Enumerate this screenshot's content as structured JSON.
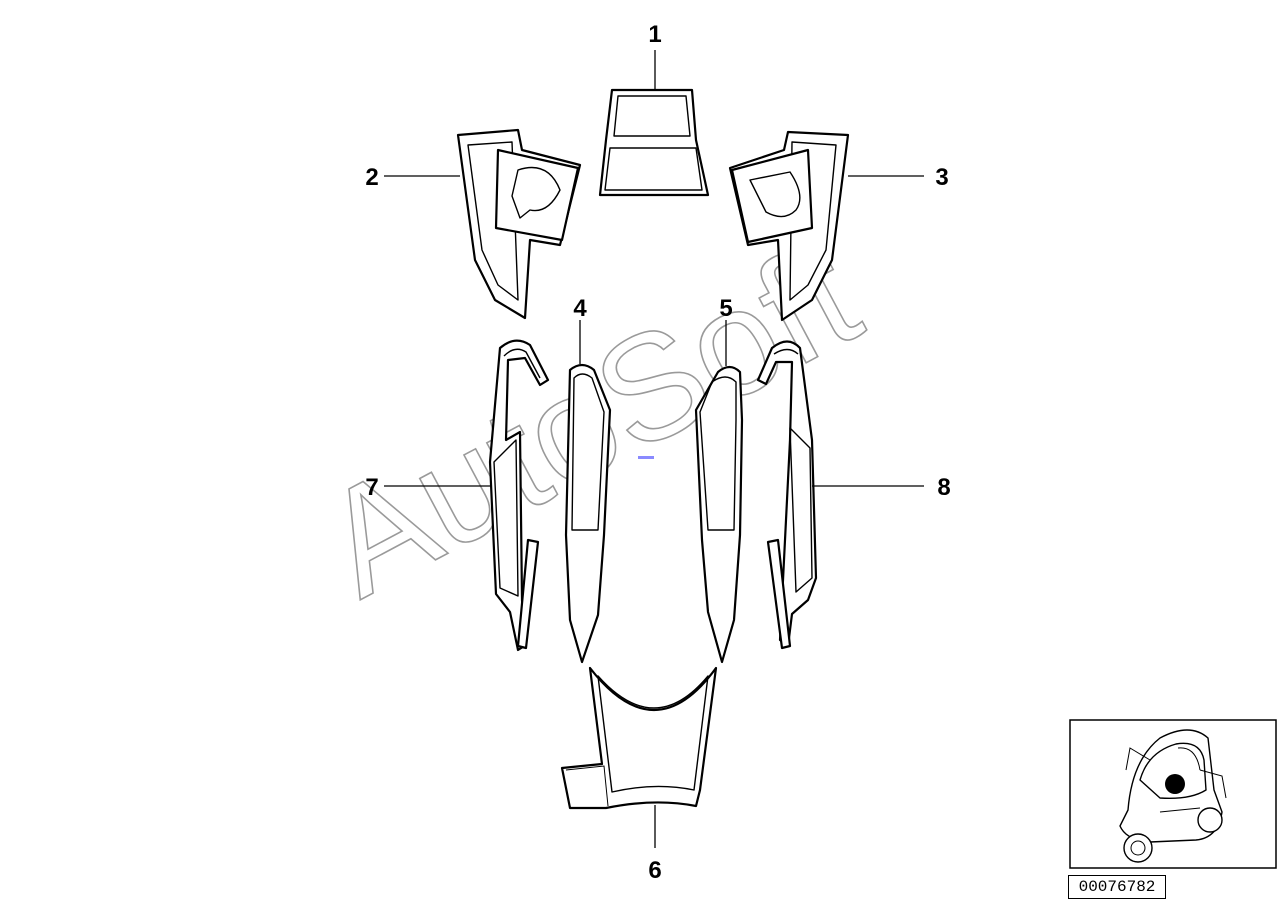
{
  "callouts": {
    "c1": "1",
    "c2": "2",
    "c3": "3",
    "c4": "4",
    "c5": "5",
    "c6": "6",
    "c7": "7",
    "c8": "8"
  },
  "watermark": "AutoSoft",
  "reference_number": "00076782",
  "colors": {
    "line": "#000000",
    "watermark": "#9a9a9a",
    "background": "#ffffff"
  }
}
